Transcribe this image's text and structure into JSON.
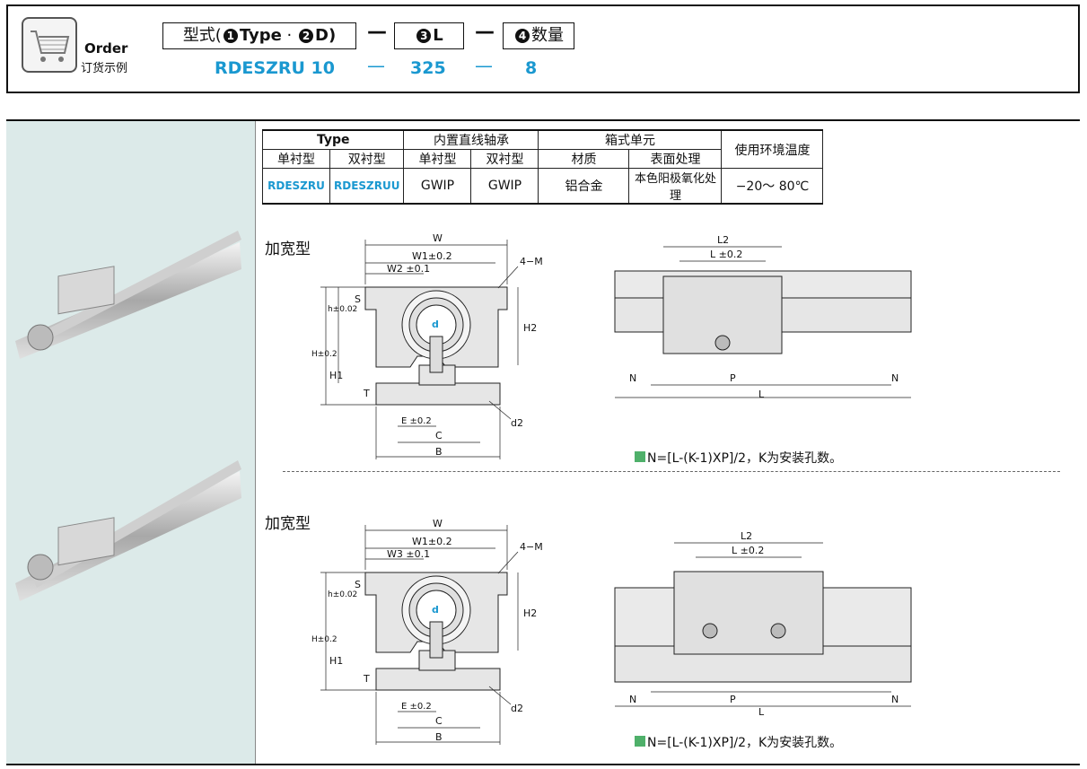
{
  "order": {
    "title": "Order",
    "subtitle": "订货示例",
    "type_prefix": "型式(",
    "type_word": "Type",
    "sep": "·",
    "d_word": "D)",
    "l_word": "L",
    "qty_word": "数量",
    "n1": "1",
    "n2": "2",
    "n3": "3",
    "n4": "4",
    "dash": "—",
    "example_type": "RDESZRU 10",
    "example_l": "325",
    "example_qty": "8"
  },
  "table": {
    "h_type": "Type",
    "h_bearing": "内置直线轴承",
    "h_box": "箱式单元",
    "h_temp": "使用环境温度",
    "h_single": "单衬型",
    "h_double": "双衬型",
    "h_single2": "单衬型",
    "h_double2": "双衬型",
    "h_material": "材质",
    "h_surface": "表面处理",
    "r_single": "RDESZRU",
    "r_double": "RDESZRUU",
    "r_b1": "GWIP",
    "r_b2": "GWIP",
    "r_material": "铝合金",
    "r_surface": "本色阳极氧化处理",
    "r_temp": "−20～ 80℃"
  },
  "sections": [
    {
      "label": "加宽型",
      "note": "N=[L-(K-1)XP]/2，K为安装孔数。"
    },
    {
      "label": "加宽型",
      "note": "N=[L-(K-1)XP]/2，K为安装孔数。"
    }
  ],
  "dims": {
    "W": "W",
    "W1": "W1±0.2",
    "W2": "W2 ±0.1",
    "W3": "W3 ±0.1",
    "M": "4−M",
    "S": "S",
    "h": "h±0.02",
    "H": "H±0.2",
    "H1": "H1",
    "H2": "H2",
    "T": "T",
    "E": "E ±0.2",
    "C": "C",
    "B": "B",
    "d": "d",
    "d2": "d2",
    "L2": "L2",
    "L": "L ±0.2",
    "N": "N",
    "P": "P",
    "Lt": "L"
  },
  "colors": {
    "accent": "#1a98d0",
    "pane": "#dceae9",
    "part": "#e6e6e6"
  }
}
